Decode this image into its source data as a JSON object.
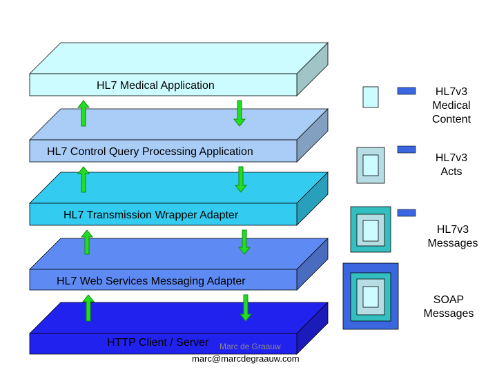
{
  "layers": [
    {
      "label": "HL7 Medical Application",
      "color": "#ccfcff"
    },
    {
      "label": "HL7 Control Query Processing Application",
      "color": "#a9cdf6"
    },
    {
      "label": "HL7 Transmission Wrapper Adapter",
      "color": "#33ccf0"
    },
    {
      "label": "HL7 Web Services Messaging Adapter",
      "color": "#5e8af4"
    },
    {
      "label": "HTTP Client / Server",
      "color": "#2222ee"
    }
  ],
  "legend": [
    {
      "label": "HL7v3\nMedical\nContent",
      "swatch": "#3a66e0"
    },
    {
      "label": "HL7v3\nActs",
      "swatch": "#3a66e0"
    },
    {
      "label": "HL7v3\nMessages",
      "swatch": "#3a66e0"
    },
    {
      "label": "SOAP\nMessages"
    }
  ],
  "colors": {
    "box_medical": "#ccfcff",
    "box_acts": "#b6dde4",
    "box_messages": "#33bfbf",
    "box_soap": "#3a66e0",
    "arrow_fill": "#22dd22",
    "arrow_stroke": "#118811"
  },
  "footer": {
    "name": "Marc de Graauw",
    "email": "marc@marcdegraauw.com"
  }
}
